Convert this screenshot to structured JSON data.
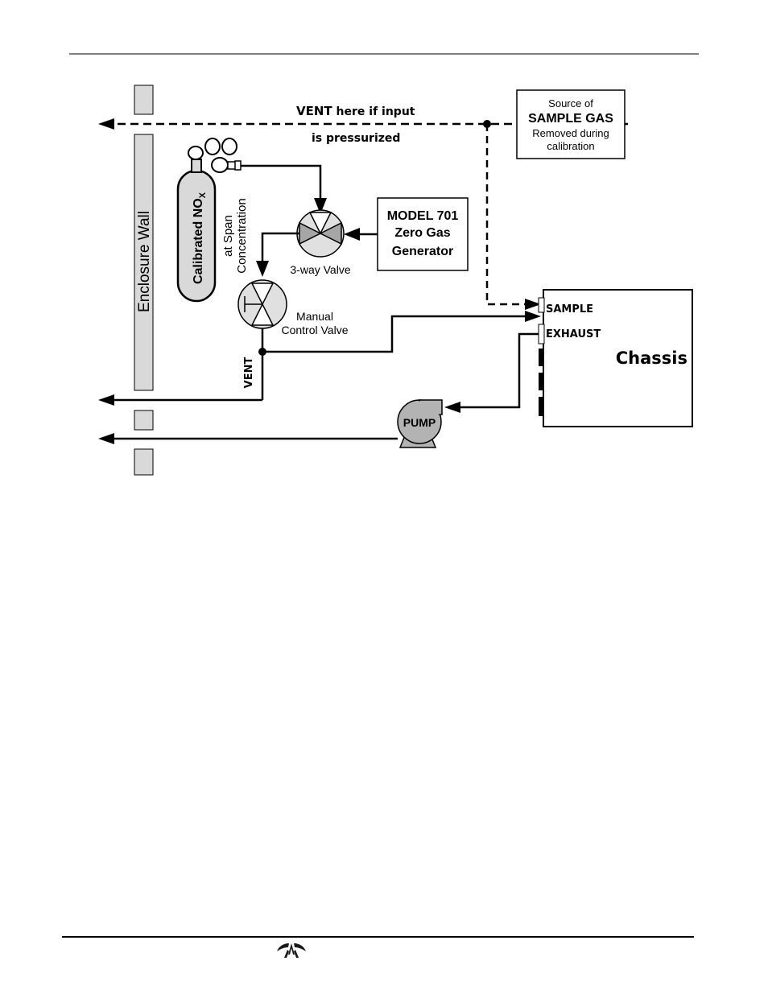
{
  "diagram": {
    "enclosure_wall_label": "Enclosure Wall",
    "vent_top": {
      "line1_strong": "VENT",
      "line1_rest": " here if input",
      "line2": "is pressurized"
    },
    "sample_source": {
      "line1": "Source of",
      "line2": "SAMPLE GAS",
      "line3": "Removed during",
      "line4": "calibration"
    },
    "cylinder": {
      "label_main": "Calibrated NO",
      "label_sub": "X",
      "side_line1": "at Span",
      "side_line2": "Concentration"
    },
    "zero_gas": {
      "line1": "MODEL 701",
      "line2": "Zero Gas",
      "line3": "Generator"
    },
    "three_way_valve_label": "3-way Valve",
    "manual_valve": {
      "line1": "Manual",
      "line2": "Control Valve"
    },
    "vent_label": "VENT",
    "chassis": {
      "title": "Chassis",
      "port_sample": "SAMPLE",
      "port_exhaust": "EXHAUST"
    },
    "pump_label": "PUMP",
    "colors": {
      "line": "#000000",
      "component_fill": "#d9d9d9",
      "pump_fill": "#b3b3b3",
      "valve_fill": "#a6a6a6"
    }
  }
}
